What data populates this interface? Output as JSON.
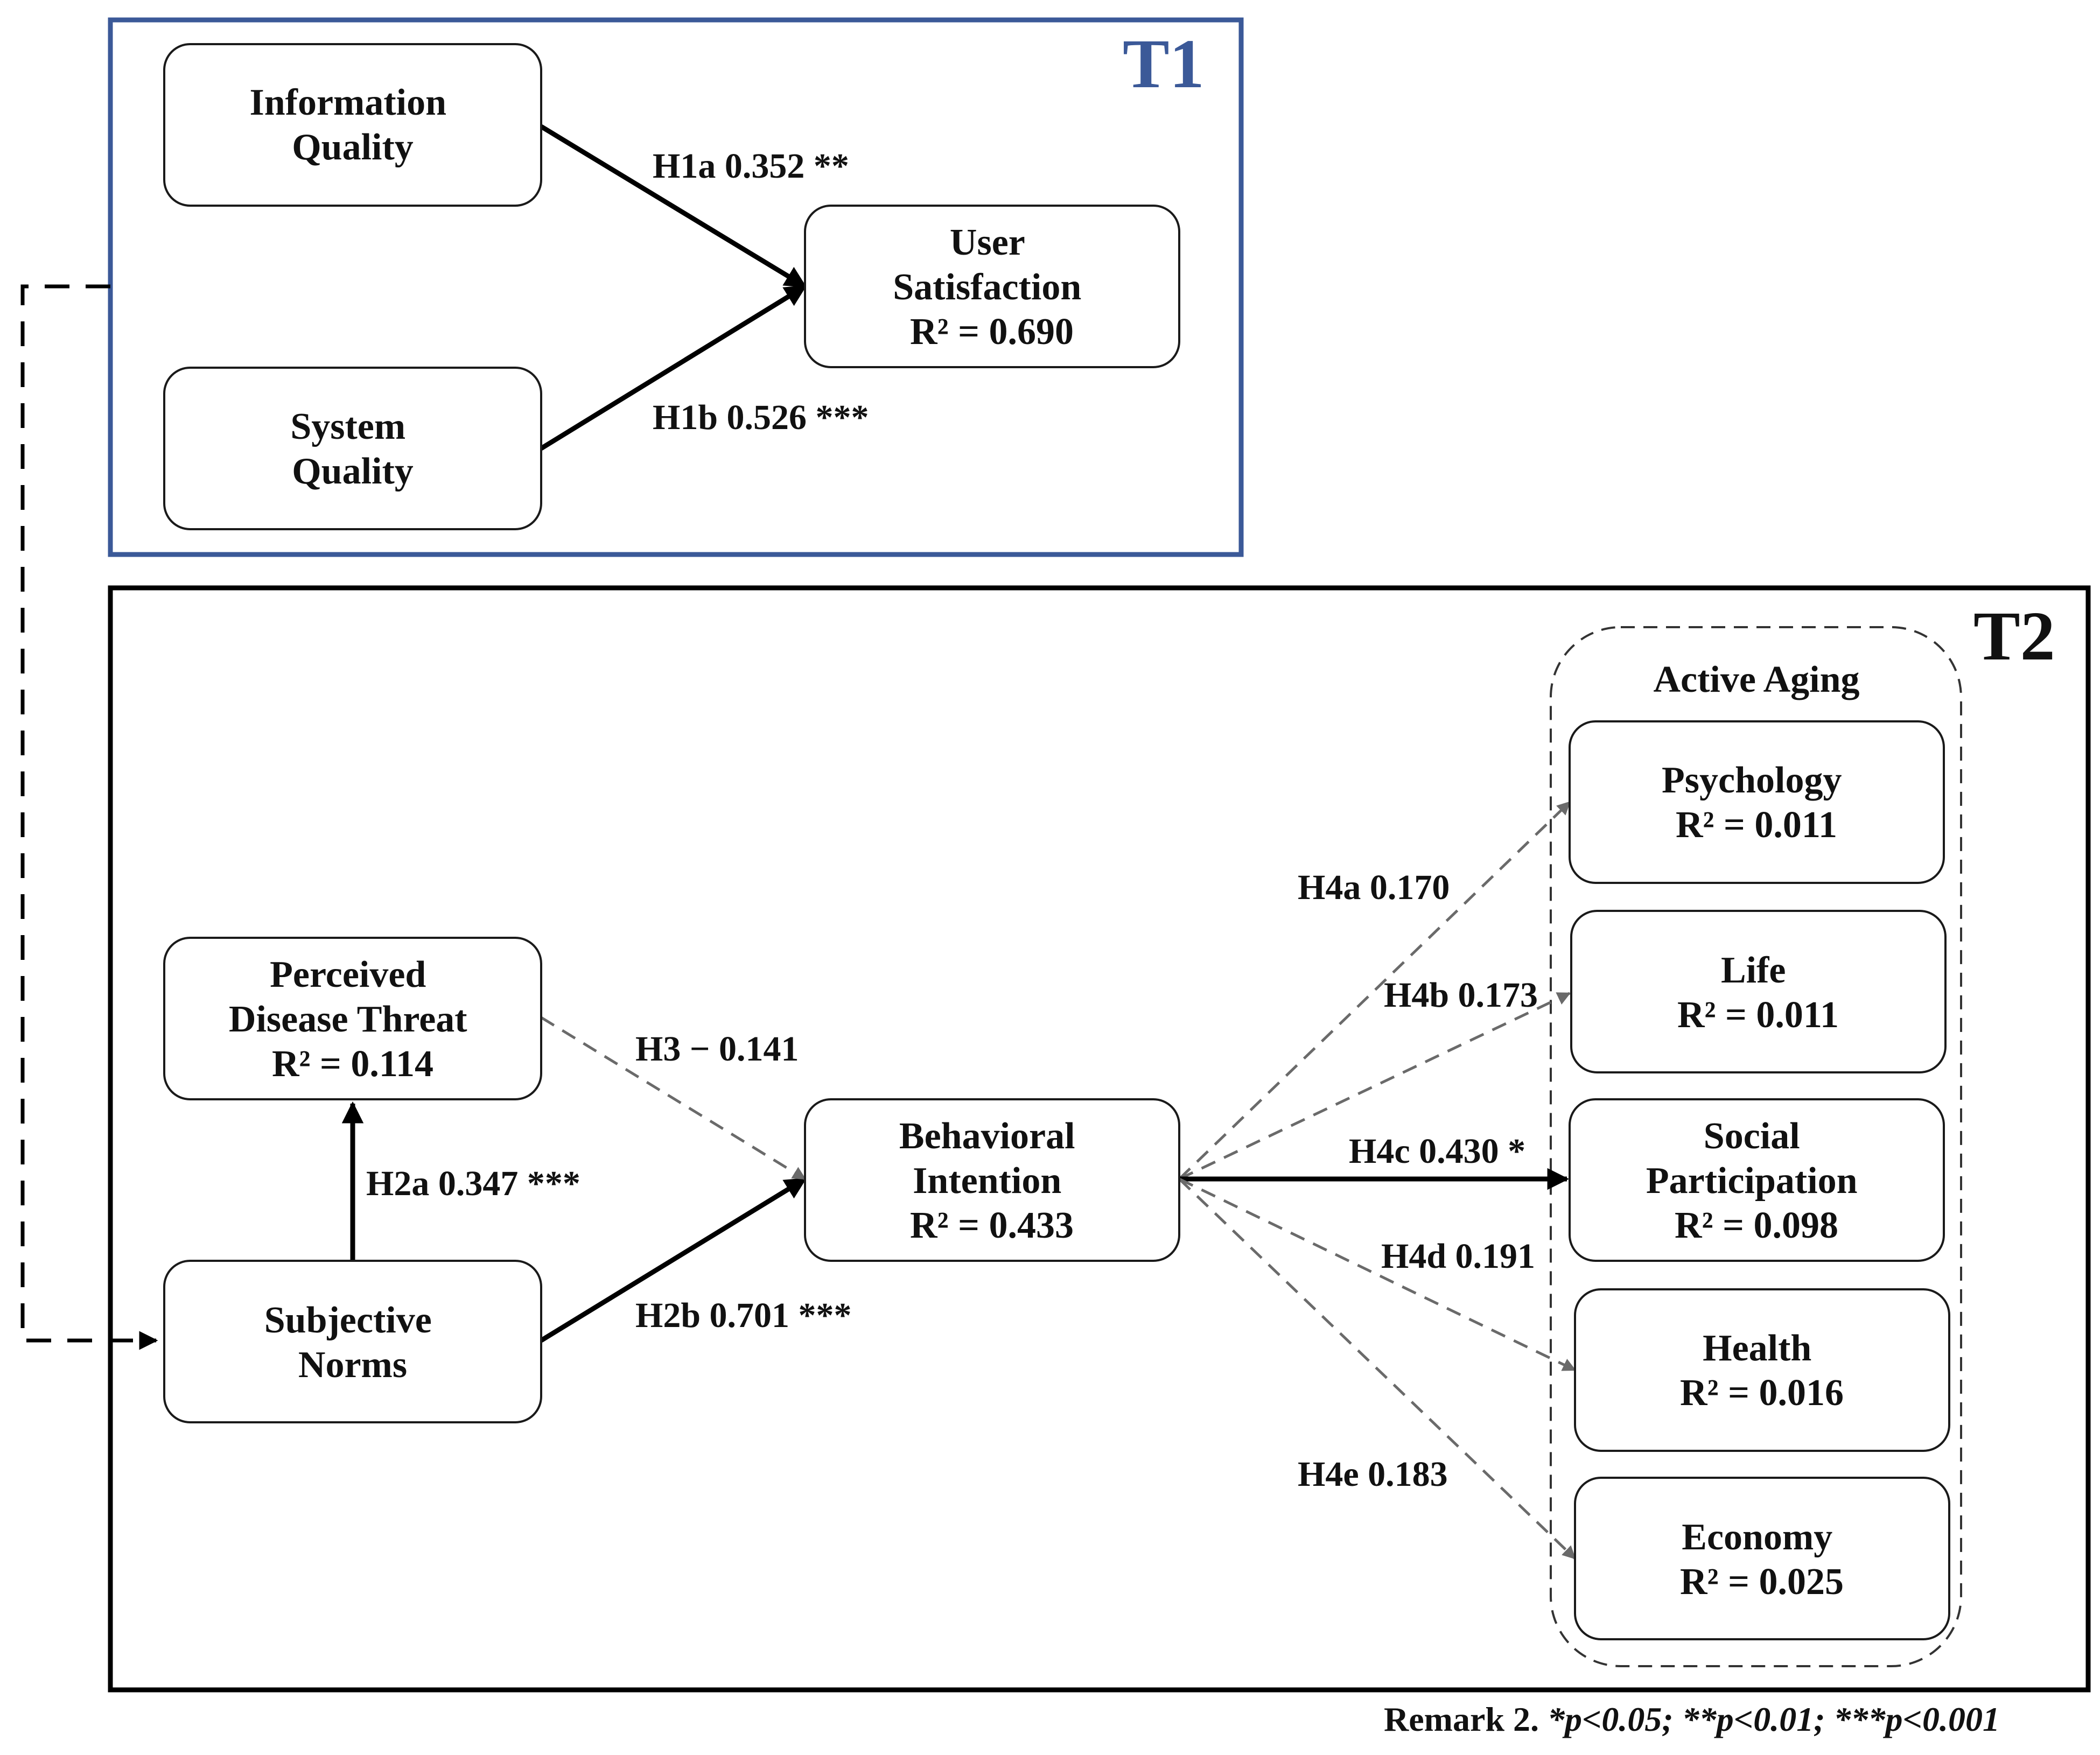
{
  "frames": {
    "t1": {
      "label": "T1",
      "color": "#3b5998"
    },
    "t2": {
      "label": "T2",
      "color": "#000000"
    }
  },
  "group": {
    "title": "Active Aging"
  },
  "nodes": {
    "info_quality": {
      "lines": [
        "Information",
        "Quality"
      ]
    },
    "system_quality": {
      "lines": [
        "System",
        "Quality"
      ]
    },
    "user_satisfaction": {
      "lines": [
        "User",
        "Satisfaction",
        "R² = 0.690"
      ]
    },
    "perceived_disease_threat": {
      "lines": [
        "Perceived",
        "Disease Threat",
        "R² = 0.114"
      ]
    },
    "subjective_norms": {
      "lines": [
        "Subjective",
        "Norms"
      ]
    },
    "behavioral_intention": {
      "lines": [
        "Behavioral",
        "Intention",
        "R² = 0.433"
      ]
    },
    "psychology": {
      "lines": [
        "Psychology",
        "R² = 0.011"
      ]
    },
    "life": {
      "lines": [
        "Life",
        "R² = 0.011"
      ]
    },
    "social_participation": {
      "lines": [
        "Social",
        "Participation",
        "R² = 0.098"
      ]
    },
    "health": {
      "lines": [
        "Health",
        "R² = 0.016"
      ]
    },
    "economy": {
      "lines": [
        "Economy",
        "R² = 0.025"
      ]
    }
  },
  "edges": {
    "h1a": {
      "label": "H1a 0.352 **",
      "style": "solid"
    },
    "h1b": {
      "label": "H1b 0.526 ***",
      "style": "solid"
    },
    "h2a": {
      "label": "H2a 0.347 ***",
      "style": "solid"
    },
    "h2b": {
      "label": "H2b 0.701 ***",
      "style": "solid"
    },
    "h3": {
      "label": "H3 − 0.141",
      "style": "dashed"
    },
    "h4a": {
      "label": "H4a 0.170",
      "style": "dashed"
    },
    "h4b": {
      "label": "H4b 0.173",
      "style": "dashed"
    },
    "h4c": {
      "label": "H4c 0.430 *",
      "style": "solid"
    },
    "h4d": {
      "label": "H4d 0.191",
      "style": "dashed"
    },
    "h4e": {
      "label": "H4e 0.183",
      "style": "dashed"
    }
  },
  "remark": {
    "prefix": "Remark 2. ",
    "text": "*p<0.05; **p<0.01; ***p<0.001"
  }
}
